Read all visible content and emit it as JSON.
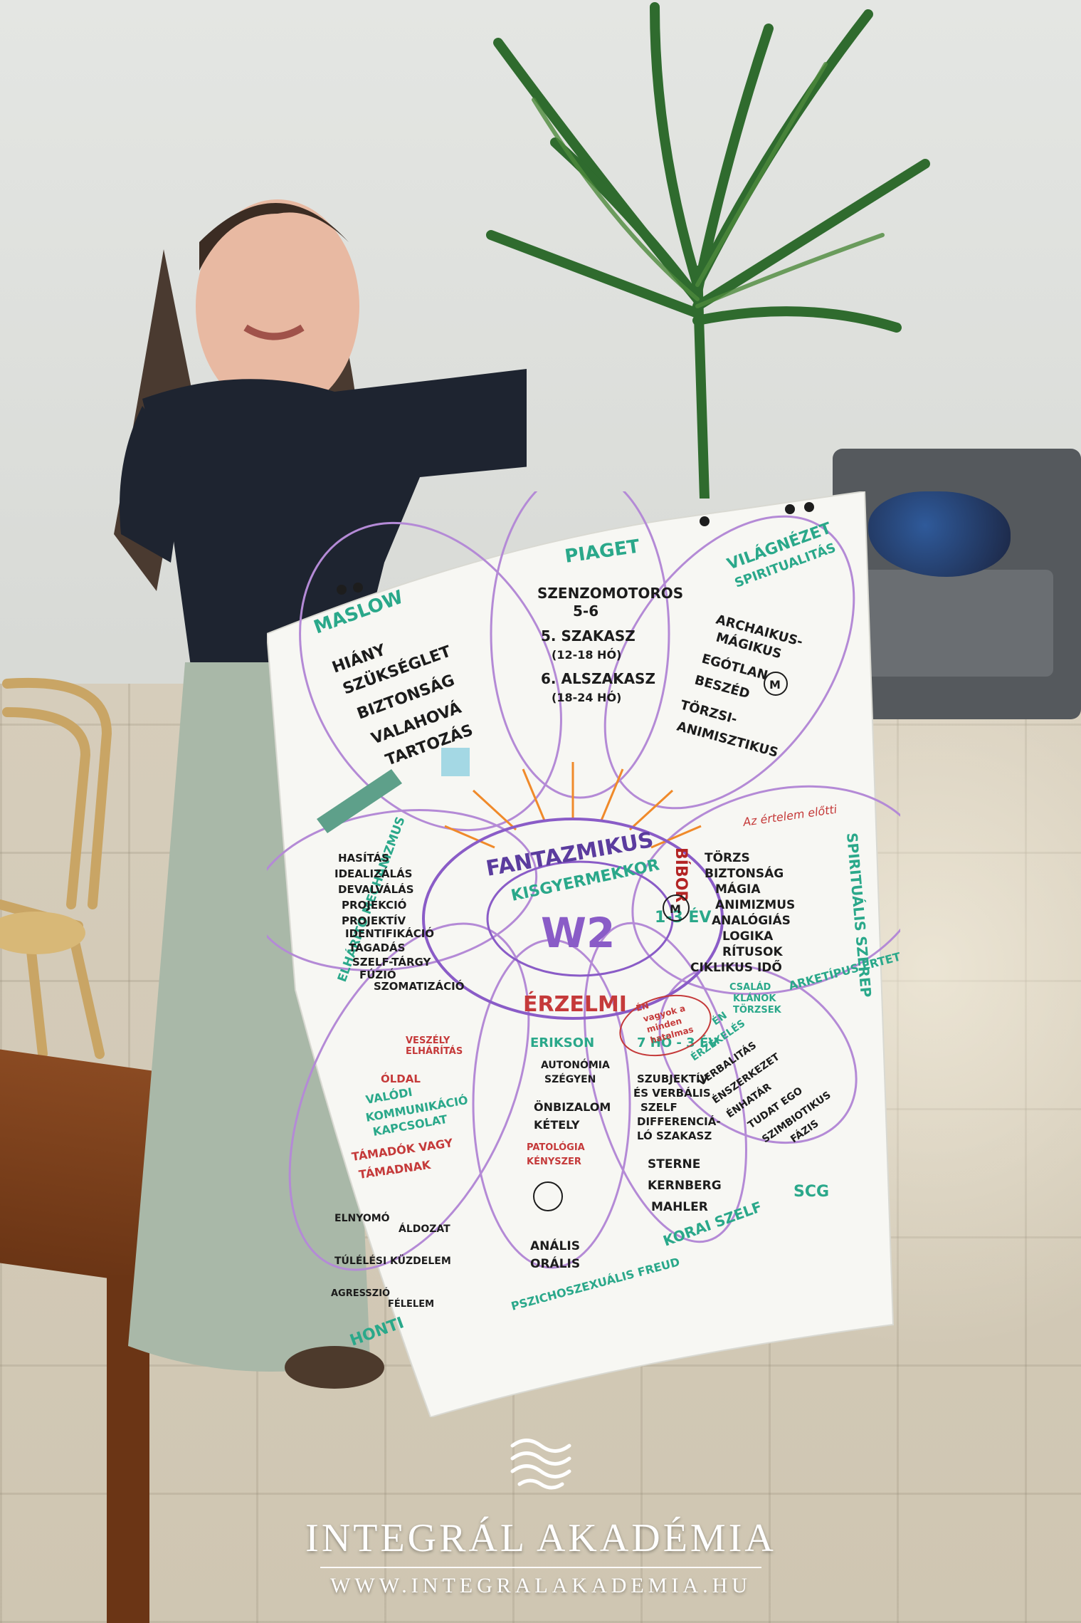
{
  "scene": {
    "description_colors": {
      "wall": "#e4e6e3",
      "floor": "#d6cdbb",
      "shirt": "#1e2430",
      "skirt": "#a9b8a8",
      "sofa": "#55595d",
      "plant": "#2f6b2e"
    }
  },
  "poster": {
    "center": {
      "top_label": "FANTAZMIKUS",
      "ring_label": "KISGYERMEKKOR",
      "core": "W2",
      "age": "1-3 ÉV",
      "bottom_label": "ÉRZELMI",
      "right_label": "BÍBOR"
    },
    "petals": [
      {
        "title": "MASLOW",
        "lines": [
          "HIÁNY",
          "SZÜKSÉGLET",
          "BIZTONSÁG",
          "VALAHOVÁ",
          "TARTOZÁS"
        ]
      },
      {
        "title": "PIAGET",
        "lines": [
          "SZENZOMOTOROS",
          "5-6",
          "5. SZAKASZ",
          "(12-18 HÓ)",
          "6. ALSZAKASZ",
          "(18-24 HÓ)"
        ]
      },
      {
        "title": "VILÁGNÉZET",
        "subtitle": "SPIRITUALITÁS",
        "lines": [
          "ARCHAIKUS-",
          "MÁGIKUS",
          "EGÓTLAN",
          "BESZÉD",
          "TÖRZSI-",
          "ANIMISZTIKUS"
        ],
        "badge": "M"
      },
      {
        "title": "SPIRITUÁLIS SZEREP",
        "header_note": "Az értelem előtti",
        "lines": [
          "TÖRZS",
          "BIZTONSÁG",
          "MÁGIA",
          "ANIMIZMUS",
          "ANALÓGIÁS",
          "LOGIKA",
          "RÍTUSOK",
          "CIKLIKUS IDŐ",
          "CSALÁD",
          "KLÁNOK",
          "TÖRZSEK"
        ],
        "side_note": "ARKETÍPUS ÉRTET",
        "badge": "M"
      },
      {
        "title": "SCG",
        "lines": [
          "ÉN",
          "ÉRZÉKELÉS",
          "VERBALITÁS",
          "ÉNSZERKEZET",
          "ÉNHATÁR",
          "TUDAT EGO",
          "SZIMBIOTIKUS",
          "FÁZIS"
        ]
      },
      {
        "title": "KORAI SZELF",
        "lines": [
          "7 HÓ - 3 ÉV",
          "SZUBJEKTÍV",
          "ÉS VERBÁLIS",
          "SZELF",
          "DIFFERENCIÁ-",
          "LÓ SZAKASZ",
          "STERNE",
          "KERNBERG",
          "MAHLER"
        ]
      },
      {
        "title": "PSZICHOSZEXUÁLIS FREUD",
        "header": "ERIKSON",
        "lines": [
          "AUTONÓMIA",
          "SZÉGYEN",
          "ÖNBIZALOM",
          "KÉTELY",
          "PATOLÓGIA",
          "KÉNYSZER",
          "ANÁLIS",
          "ORÁLIS"
        ]
      },
      {
        "title": "HONTI",
        "lines": [
          "VESZÉLY",
          "ELHÁRÍTÁS",
          "ÓLDAL",
          "VALÓDI",
          "KOMMUNIKÁCIÓ",
          "KAPCSOLAT",
          "TÁMADÓK VAGY",
          "TÁMADNAK",
          "ELNYOMÓ",
          "ÁLDOZAT",
          "TÚLÉLÉSI KÜZDELEM",
          "AGRESSZIÓ",
          "FÉLELEM"
        ]
      },
      {
        "title": "ELHÁRÍTÓ MECHANIZMUS",
        "lines": [
          "HASÍTÁS",
          "IDEALIZÁLÁS",
          "DEVALVÁLÁS",
          "PROJEKCIÓ",
          "PROJEKTÍV",
          "IDENTIFIKÁCIÓ",
          "TAGADÁS",
          "SZELF-TÁRGY",
          "FÚZIÓ",
          "SZOMATIZÁCIÓ"
        ]
      }
    ],
    "bubble_note": [
      "ÉN",
      "vagyok a",
      "minden",
      "hatalmas"
    ]
  },
  "brand": {
    "name": "INTEGRÁL AKADÉMIA",
    "url": "WWW.INTEGRALAKADEMIA.HU"
  }
}
